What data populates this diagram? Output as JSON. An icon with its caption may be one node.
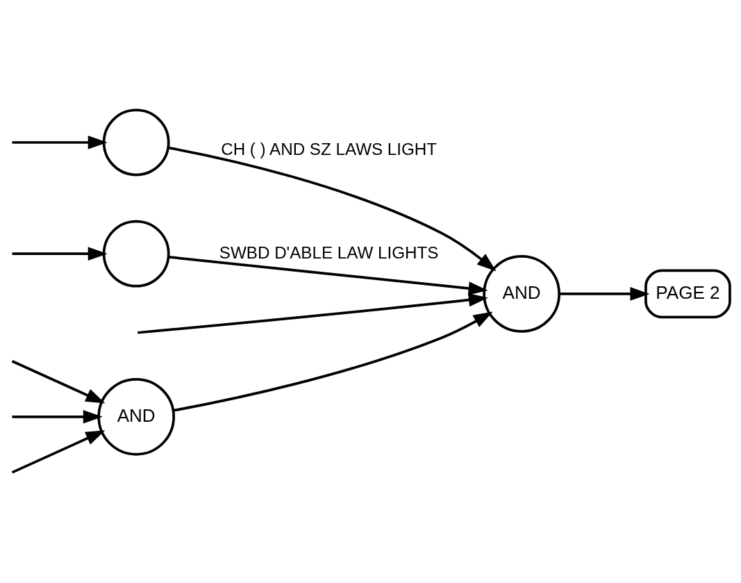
{
  "diagram": {
    "nodes": [
      {
        "text": [
          "AND"
        ]
      },
      {
        "text": [],
        "shape": "circle"
      },
      {
        "text": [
          "AND"
        ]
      },
      {
        "text": [
          "PAGE 2"
        ]
      },
      {
        "text": [],
        "shape": "circle"
      }
    ],
    "edges": [
      {
        "from": null,
        "to": 0,
        "arrow": "to"
      },
      {
        "from": null,
        "to": 0,
        "arrow": "to"
      },
      {
        "from": null,
        "to": 0,
        "arrow": "to"
      },
      {
        "from": 0,
        "to": 2,
        "arrow": "to"
      },
      {
        "from": null,
        "to": 1,
        "arrow": "to"
      },
      {
        "from": 1,
        "to": 2,
        "arrow": "to",
        "label": "CH ( ) AND SZ LAWS LIGHT"
      },
      {
        "from": null,
        "to": 2,
        "arrow": "to"
      },
      {
        "from": null,
        "to": 4,
        "arrow": "to"
      },
      {
        "from": 4,
        "to": 2,
        "arrow": "to",
        "label": "SWBD D'ABLE LAW LIGHTS"
      },
      {
        "from": 2,
        "to": 3,
        "arrow": "to"
      }
    ]
  }
}
